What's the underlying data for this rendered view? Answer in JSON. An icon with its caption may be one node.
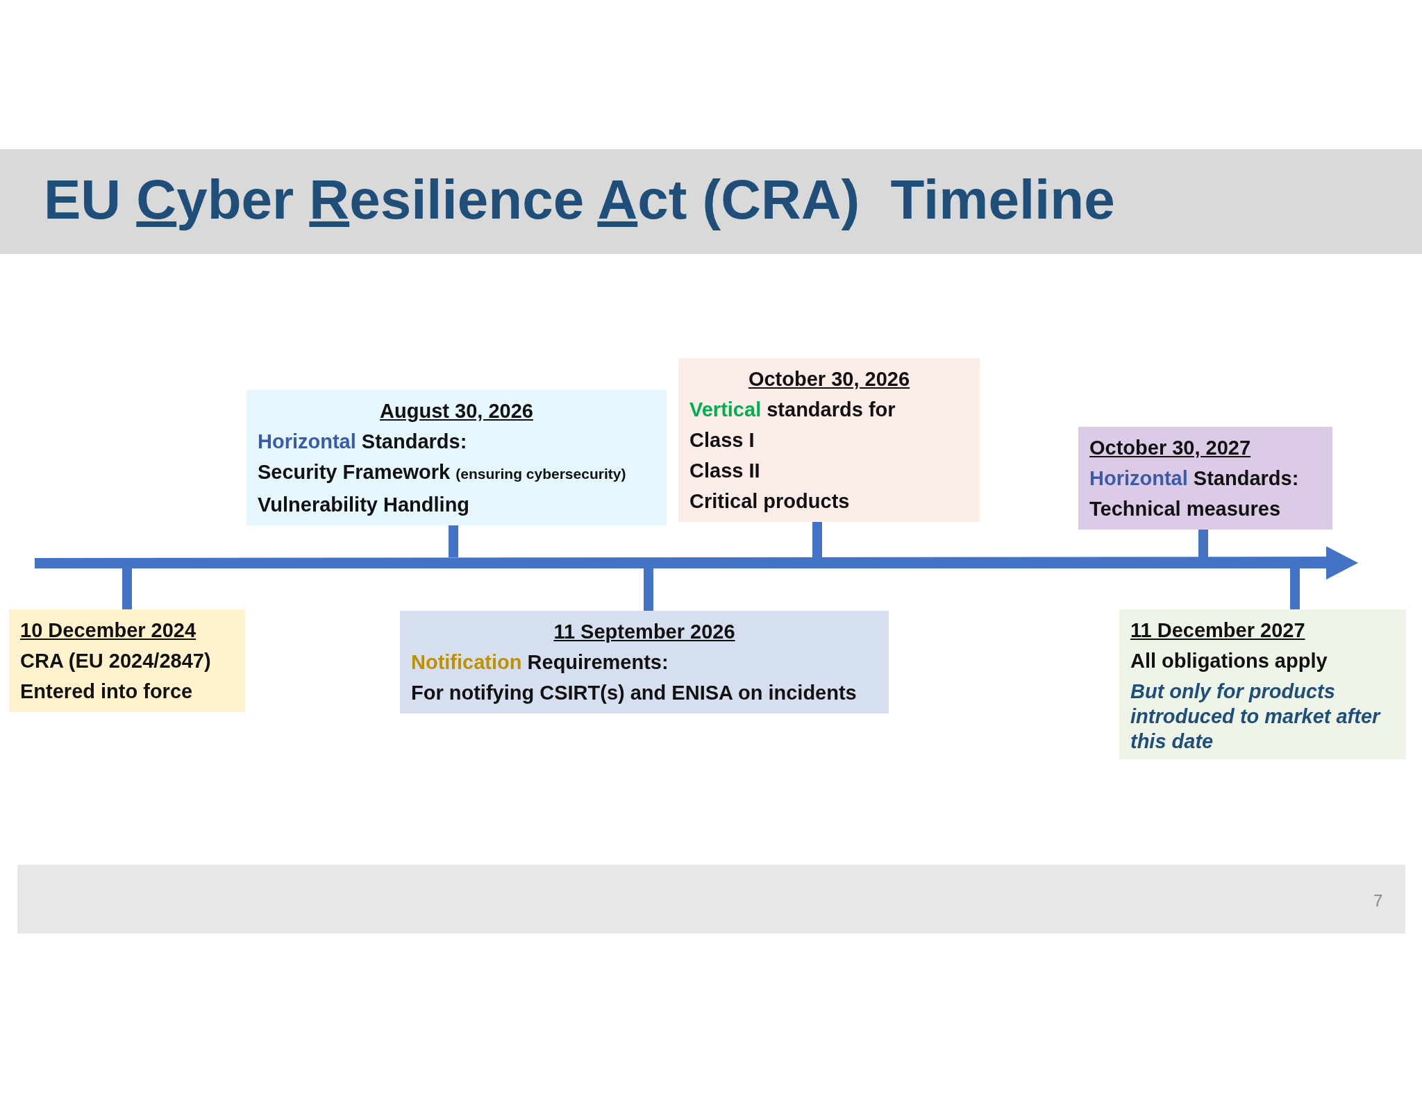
{
  "diagram": {
    "title": "EU Cyber Resilience Act (CRA)  Timeline",
    "nodes": [
      {
        "text": [
          "10 December 2024",
          "CRA (EU 2024/2847)",
          "Entered into force"
        ]
      },
      {
        "text": [
          "August 30, 2026",
          "Horizontal Standards:",
          "Security Framework (ensuring cybersecurity)",
          "Vulnerability Handling"
        ]
      },
      {
        "text": [
          "11 September 2026",
          "Notification Requirements:",
          "For notifying CSIRT(s) and ENISA on incidents"
        ]
      },
      {
        "text": [
          "October 30, 2026",
          "Vertical standards for",
          "Class I",
          "Class II",
          "Critical products"
        ]
      },
      {
        "text": [
          "October 30, 2027",
          "Horizontal Standards:",
          "Technical measures"
        ]
      },
      {
        "text": [
          "11 December 2027",
          "All obligations apply",
          "But only for products introduced to market after this date"
        ]
      },
      {
        "text": [],
        "shape": "arrow"
      }
    ],
    "edges": [
      {
        "from": 0,
        "to": 6,
        "arrow": "none"
      },
      {
        "from": 1,
        "to": 6,
        "arrow": "none"
      },
      {
        "from": 2,
        "to": 6,
        "arrow": "none"
      },
      {
        "from": 3,
        "to": 6,
        "arrow": "none"
      },
      {
        "from": 4,
        "to": 6,
        "arrow": "none"
      },
      {
        "from": 5,
        "to": 6,
        "arrow": "none"
      }
    ],
    "labels": [
      "7"
    ]
  }
}
